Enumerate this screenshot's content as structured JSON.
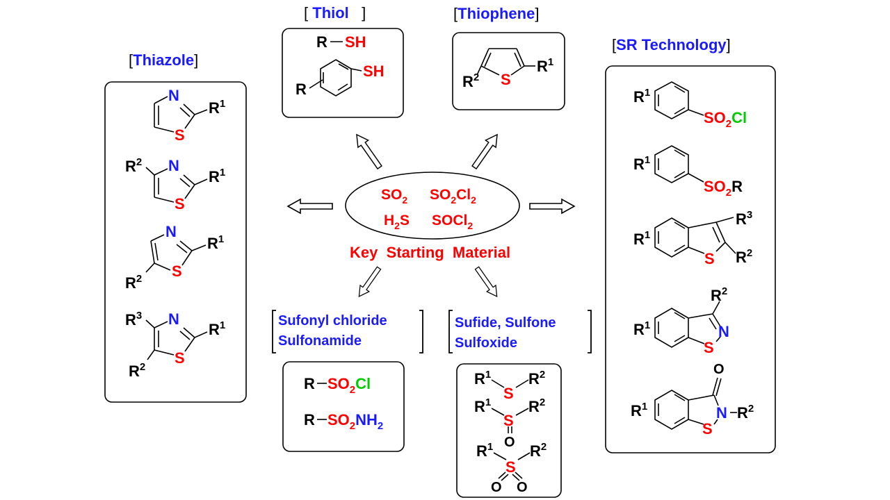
{
  "headers": {
    "thiazole": "Thiazole",
    "thiol": "Thiol",
    "thiophene": "Thiophene",
    "sr_technology": "SR Technology",
    "sulfonyl_line1": "Sufonyl chloride",
    "sulfonyl_line2": "Sulfonamide",
    "sulfide_line1": "Sufide, Sulfone",
    "sulfide_line2": "Sulfoxide"
  },
  "center": {
    "reagents": [
      "SO2",
      "SO2Cl2",
      "H2S",
      "SOCl2"
    ],
    "caption": "Key  Starting  Material"
  },
  "labels": {
    "R": "R",
    "SH": "SH",
    "S": "S",
    "N": "N",
    "O": "O",
    "dash": "−",
    "SO": "SO",
    "Cl": "Cl",
    "NH": "NH",
    "sub1": "1",
    "sub2": "2",
    "sub3": "3"
  },
  "colors": {
    "hetero_s": "#ff0000",
    "hetero_n": "#1a1aff",
    "chlorine": "#00cc00",
    "header": "#1a1aff",
    "text": "#000000"
  }
}
